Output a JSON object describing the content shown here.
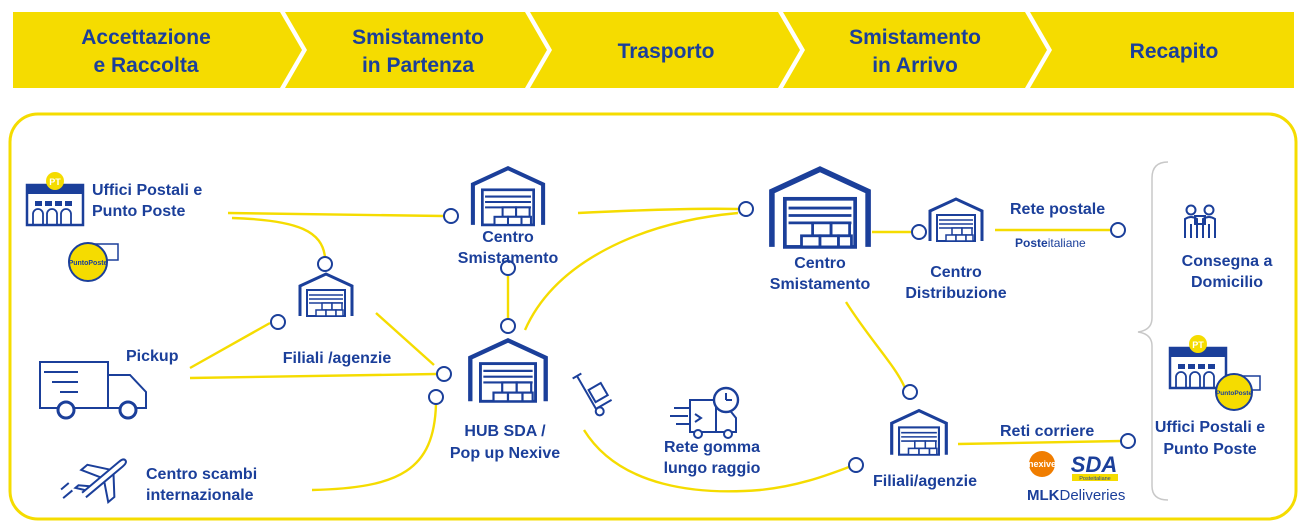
{
  "process_steps": [
    {
      "line1": "Accettazione",
      "line2": "e Raccolta"
    },
    {
      "line1": "Smistamento",
      "line2": "in Partenza"
    },
    {
      "line1": "Trasporto",
      "line2": ""
    },
    {
      "line1": "Smistamento",
      "line2": "in Arrivo"
    },
    {
      "line1": "Recapito",
      "line2": ""
    }
  ],
  "nodes": {
    "uffici_postali": {
      "line1": "Uffici Postali e",
      "line2": "Punto Poste"
    },
    "pickup": {
      "label": "Pickup"
    },
    "centro_scambi": {
      "line1": "Centro scambi",
      "line2": "internazionale"
    },
    "filiali_partenza": {
      "label": "Filiali  /agenzie"
    },
    "centro_smistamento_partenza": {
      "line1": "Centro",
      "line2": "Smistamento"
    },
    "hub_sda": {
      "line1": "HUB SDA /",
      "line2": "Pop up Nexive"
    },
    "rete_gomma": {
      "line1": "Rete gomma",
      "line2": "lungo raggio"
    },
    "centro_smistamento_arrivo": {
      "line1": "Centro",
      "line2": "Smistamento"
    },
    "centro_distribuzione": {
      "line1": "Centro",
      "line2": "Distribuzione"
    },
    "rete_postale": {
      "label": "Rete postale"
    },
    "filiali_arrivo": {
      "label": "Filiali/agenzie"
    },
    "reti_corriere": {
      "label": "Reti corriere"
    },
    "consegna_domicilio": {
      "line1": "Consegna a",
      "line2": "Domicilio"
    },
    "uffici_postali_recapito": {
      "line1": "Uffici Postali e",
      "line2": "Punto Poste"
    }
  },
  "logos": {
    "pt_badge": "PT",
    "puntoposte_badge": "PuntoPoste",
    "poste_bold": "Poste",
    "poste_regular": "italiane",
    "nexive": "nexive",
    "sda": "SDA",
    "sda_sub": "Posteitaliane",
    "mlk_bold": "MLK",
    "mlk_regular": "Deliveries"
  },
  "colors": {
    "brand_yellow": "#f5dc00",
    "brand_blue": "#1b3f9a",
    "background": "#ffffff"
  },
  "icons": [
    "post-office-icon",
    "truck-icon",
    "airplane-icon",
    "warehouse-icon",
    "hand-truck-icon",
    "fast-delivery-truck-icon",
    "courier-handover-icon",
    "puntoposte-badge-icon"
  ]
}
